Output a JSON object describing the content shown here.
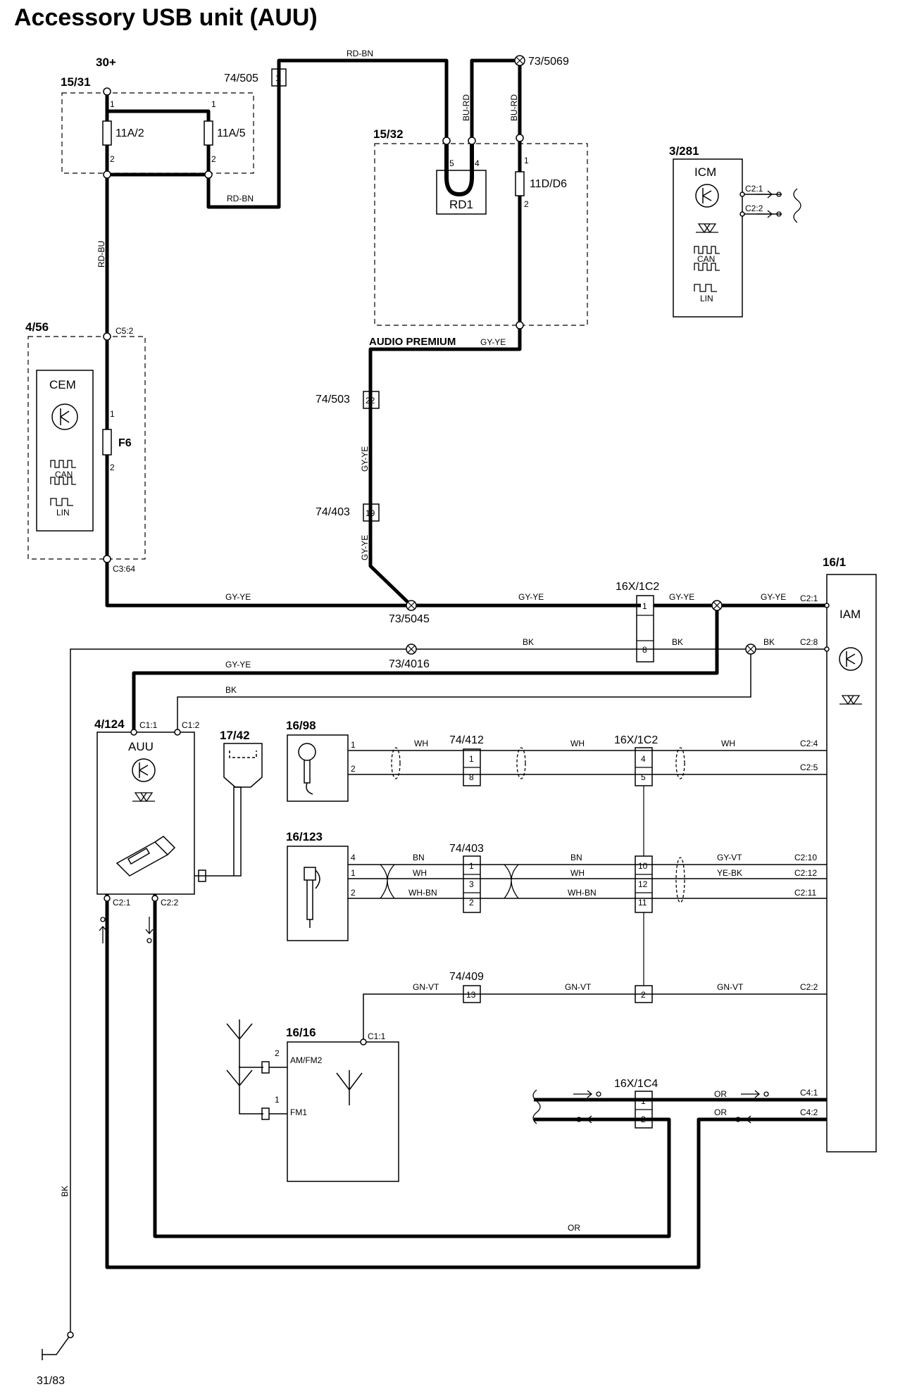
{
  "title": "Accessory USB unit (AUU)",
  "refs": {
    "r30": "30+",
    "r1531": "15/31",
    "r74505": "74/505",
    "r735069": "73/5069",
    "r1532": "15/32",
    "r3281": "3/281",
    "r456": "4/56",
    "r74503": "74/503",
    "r74403a": "74/403",
    "r161": "16/1",
    "r16x1c2a": "16X/1C2",
    "r735045": "73/5045",
    "r734016": "73/4016",
    "r4124": "4/124",
    "r1742": "17/42",
    "r1698": "16/98",
    "r74412": "74/412",
    "r16x1c2b": "16X/1C2",
    "r16123": "16/123",
    "r74403b": "74/403",
    "r74409": "74/409",
    "r1616": "16/16",
    "r16x1c4": "16X/1C4",
    "r3183": "31/83"
  },
  "blocks": {
    "cem": "CEM",
    "icm": "ICM",
    "iam": "IAM",
    "auu": "AUU",
    "rd1": "RD1",
    "can": "CAN",
    "lin": "LIN",
    "audio_premium": "AUDIO PREMIUM",
    "f11a2": "11A/2",
    "f11a5": "11A/5",
    "f11d6": "11D/D6",
    "f6": "F6",
    "amfm2": "AM/FM2",
    "fm1": "FM1"
  },
  "wires": {
    "rdbn": "RD-BN",
    "rdbu": "RD-BU",
    "burd": "BU-RD",
    "gyye": "GY-YE",
    "bk": "BK",
    "wh": "WH",
    "bn": "BN",
    "whbn": "WH-BN",
    "gyvt": "GY-VT",
    "yebk": "YE-BK",
    "gnvt": "GN-VT",
    "or": "OR"
  },
  "pins": {
    "c51": "C5:2",
    "c364": "C3:64",
    "c11": "C1:1",
    "c12": "C1:2",
    "c21": "C2:1",
    "c22": "C2:2",
    "c28": "C2:8",
    "c24": "C2:4",
    "c25": "C2:5",
    "c210": "C2:10",
    "c212": "C2:12",
    "c211": "C2:11",
    "c41": "C4:1",
    "c42": "C4:2",
    "p1": "1",
    "p2": "2",
    "p3": "3",
    "p4": "4",
    "p5": "5",
    "p8": "8",
    "p10": "10",
    "p11": "11",
    "p12": "12",
    "p13": "13",
    "p19": "19",
    "p22": "22"
  }
}
